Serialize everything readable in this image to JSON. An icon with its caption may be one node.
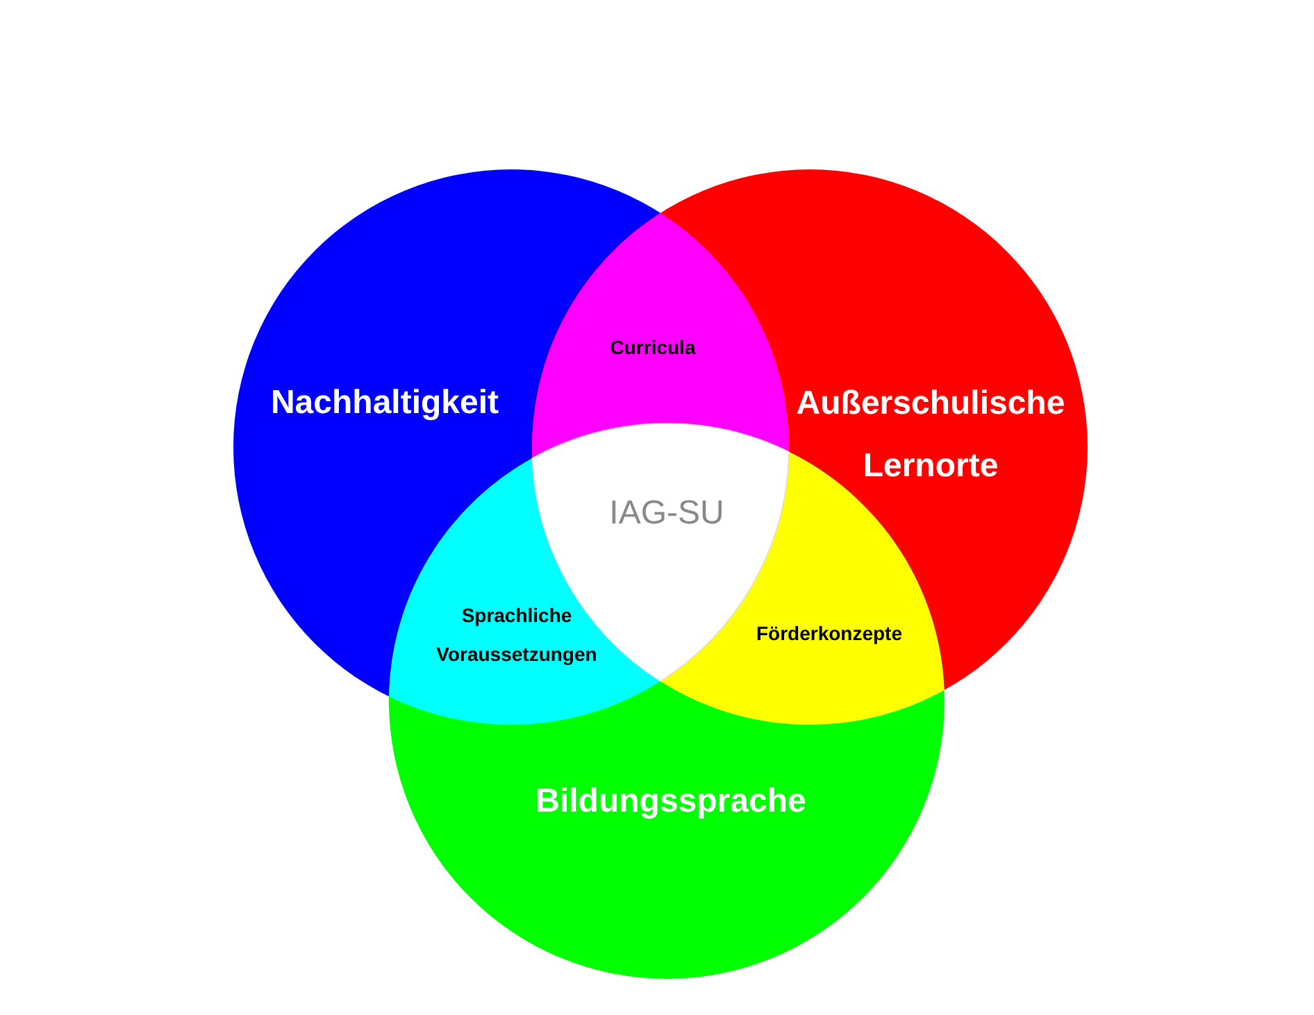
{
  "diagram": {
    "nodes": [
      {
        "text": [
          "Curricula"
        ]
      },
      {
        "text": [
          "Nachhaltigkeit"
        ]
      },
      {
        "text": [
          "Außerschulische Lernorte"
        ]
      },
      {
        "text": [
          "IAG-SU"
        ]
      },
      {
        "text": [
          "Sprachliche Voraussetzungen"
        ]
      },
      {
        "text": [
          "Förderkonzepte"
        ]
      },
      {
        "text": [
          "Bildungssprache"
        ]
      }
    ]
  }
}
